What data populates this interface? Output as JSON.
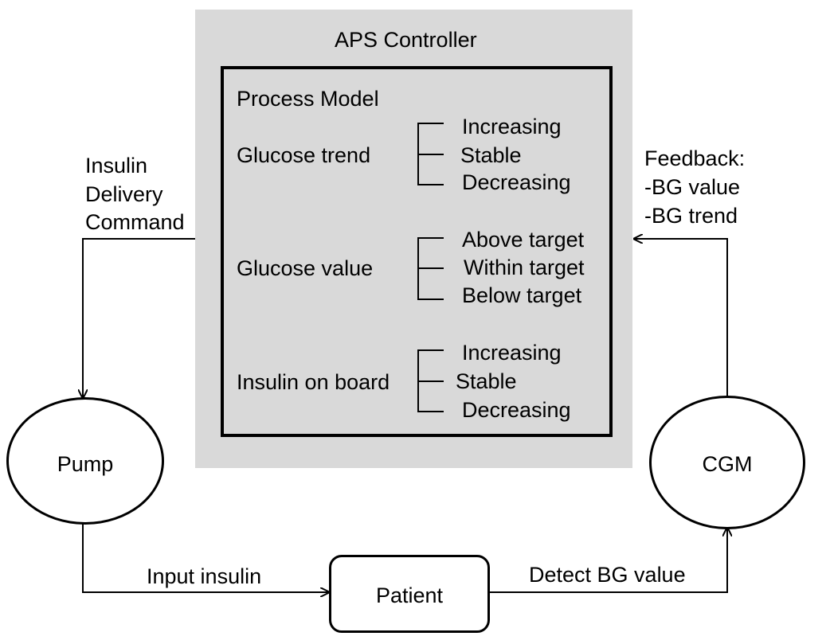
{
  "controller": {
    "title": "APS Controller",
    "process_model": {
      "title": "Process Model",
      "variables": [
        {
          "name": "Glucose trend",
          "states": [
            "Increasing",
            "Stable",
            "Decreasing"
          ]
        },
        {
          "name": "Glucose value",
          "states": [
            "Above target",
            "Within target",
            "Below target"
          ]
        },
        {
          "name": "Insulin on board",
          "states": [
            "Increasing",
            "Stable",
            "Decreasing"
          ]
        }
      ]
    }
  },
  "control_action": {
    "lines": [
      "Insulin",
      "Delivery",
      "Command"
    ]
  },
  "feedback": {
    "lines": [
      "Feedback:",
      "-BG  value",
      "-BG trend"
    ]
  },
  "nodes": {
    "pump": "Pump",
    "cgm": "CGM",
    "patient": "Patient"
  },
  "edges": {
    "pump_to_patient": "Input insulin",
    "patient_to_cgm": "Detect BG value"
  }
}
